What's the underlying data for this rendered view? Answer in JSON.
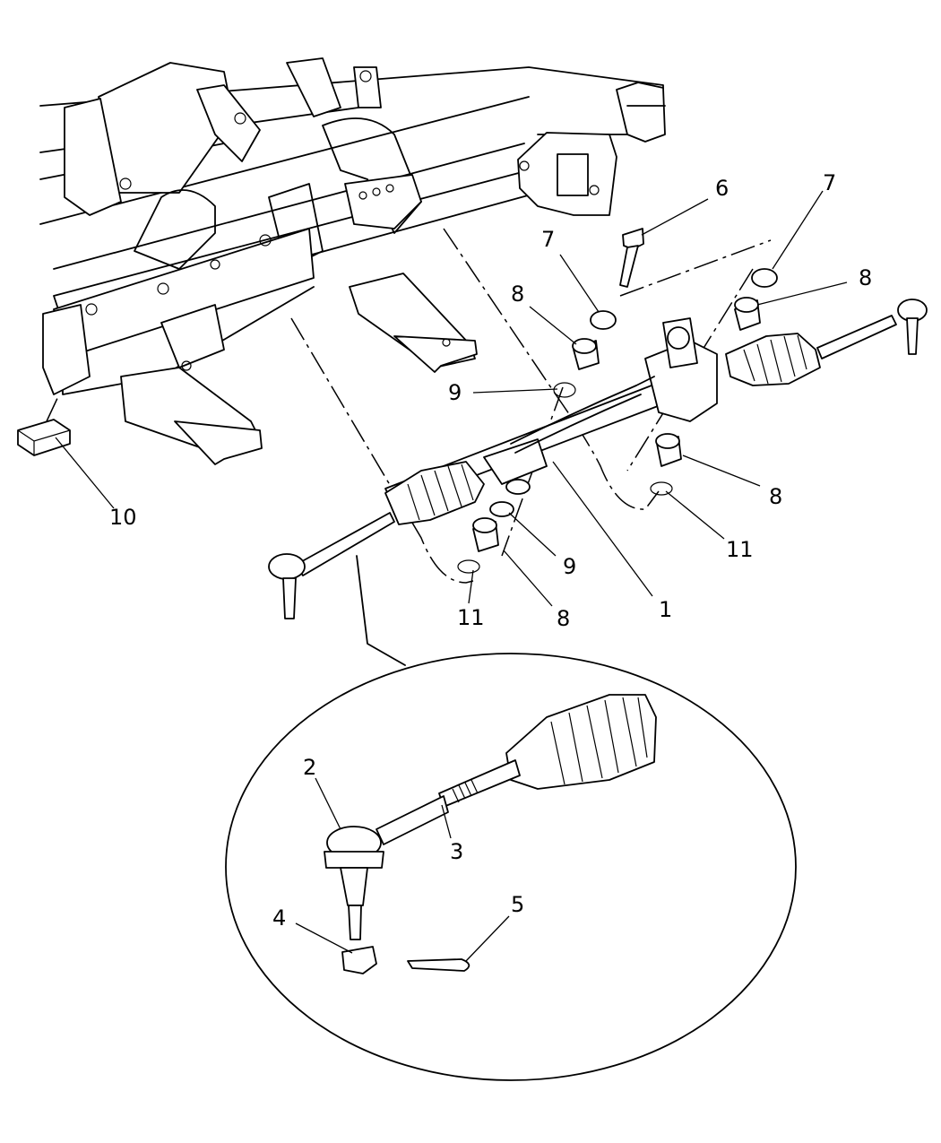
{
  "callouts": {
    "c1": "1",
    "c2": "2",
    "c3": "3",
    "c4": "4",
    "c5": "5",
    "c6": "6",
    "c7a": "7",
    "c7b": "7",
    "c8a": "8",
    "c8b": "8",
    "c8c": "8",
    "c8d": "8",
    "c9a": "9",
    "c9b": "9",
    "c10": "10",
    "c11a": "11",
    "c11b": "11"
  },
  "parts": [
    {
      "id": "1",
      "name": "steering-gear-rack"
    },
    {
      "id": "2",
      "name": "tie-rod-end-outer"
    },
    {
      "id": "3",
      "name": "jam-nut"
    },
    {
      "id": "4",
      "name": "castle-nut"
    },
    {
      "id": "5",
      "name": "cotter-pin"
    },
    {
      "id": "6",
      "name": "mounting-bolt"
    },
    {
      "id": "7",
      "name": "washer"
    },
    {
      "id": "8",
      "name": "bushing"
    },
    {
      "id": "9",
      "name": "retainer"
    },
    {
      "id": "10",
      "name": "bumper-pad"
    },
    {
      "id": "11",
      "name": "clip"
    }
  ]
}
